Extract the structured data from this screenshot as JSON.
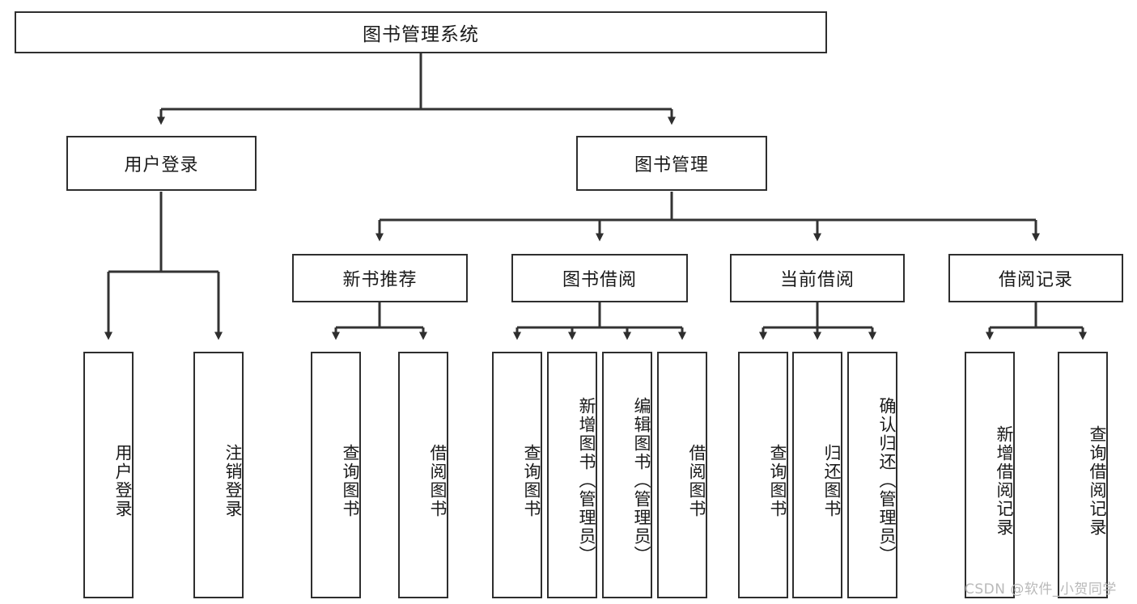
{
  "diagram": {
    "type": "tree-hierarchy",
    "title": "图书管理系统",
    "orientation": "top-down",
    "colors": {
      "box_border": "#2e2e2e",
      "box_fill": "#ffffff",
      "edge": "#333333",
      "text": "#1a1a1a",
      "watermark": "#b9b9b9"
    },
    "root": {
      "label": "图书管理系统"
    },
    "level2": [
      {
        "label": "用户登录"
      },
      {
        "label": "图书管理"
      }
    ],
    "level3": [
      {
        "label": "新书推荐"
      },
      {
        "label": "图书借阅"
      },
      {
        "label": "当前借阅"
      },
      {
        "label": "借阅记录"
      }
    ],
    "leaves": {
      "user_login": [
        {
          "label": "用户登录"
        },
        {
          "label": "注销登录"
        }
      ],
      "new_book_recommend": [
        {
          "label": "查询图书"
        },
        {
          "label": "借阅图书"
        }
      ],
      "book_borrow": [
        {
          "label": "查询图书"
        },
        {
          "label": "新增图书（管理员）"
        },
        {
          "label": "编辑图书（管理员）"
        },
        {
          "label": "借阅图书"
        }
      ],
      "current_borrow": [
        {
          "label": "查询图书"
        },
        {
          "label": "归还图书"
        },
        {
          "label": "确认归还（管理员）"
        }
      ],
      "borrow_record": [
        {
          "label": "新增借阅记录"
        },
        {
          "label": "查询借阅记录"
        }
      ]
    },
    "watermark": "CSDN @软件_小贺同学"
  }
}
